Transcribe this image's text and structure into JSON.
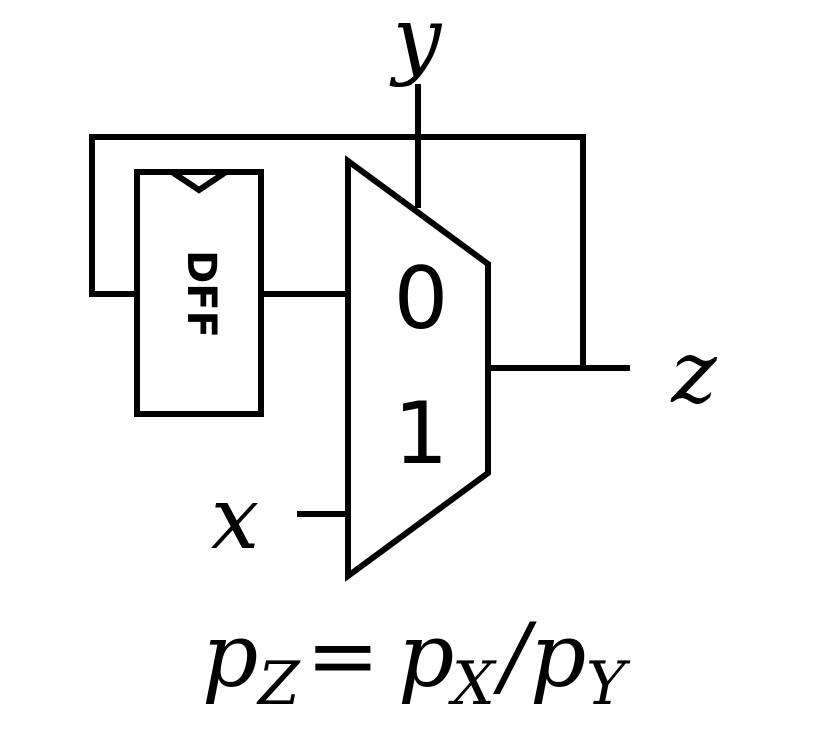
{
  "inputs": {
    "x_label": "x",
    "y_label": "y"
  },
  "output": {
    "z_label": "z"
  },
  "mux": {
    "input0_label": "0",
    "input1_label": "1"
  },
  "flipflop": {
    "label": "DFF"
  },
  "formula": {
    "lhs_var": "p",
    "lhs_sub": "Z",
    "equals": "=",
    "num_var": "p",
    "num_sub": "X",
    "slash": "/",
    "den_var": "p",
    "den_sub": "Y"
  },
  "colors": {
    "stroke": "#000000",
    "background": "#ffffff"
  }
}
